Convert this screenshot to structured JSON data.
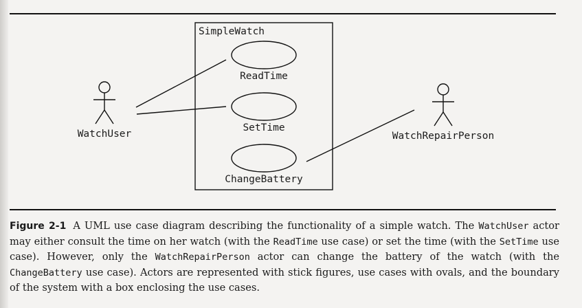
{
  "diagram": {
    "system_name": "SimpleWatch",
    "use_cases": [
      "ReadTime",
      "SetTime",
      "ChangeBattery"
    ],
    "actors": [
      "WatchUser",
      "WatchRepairPerson"
    ]
  },
  "caption": {
    "label": "Figure 2-1",
    "part1": "A UML use case diagram describing the functionality of a simple watch. The ",
    "code1": "WatchUser",
    "part2": " actor may either consult the time on her watch (with the ",
    "code2": "ReadTime",
    "part3": " use case) or set the time (with the ",
    "code3": "SetTime",
    "part4": " use case). However, only the ",
    "code4": "WatchRepairPerson",
    "part5": " actor can change the battery of the watch (with the ",
    "code5": "ChangeBattery",
    "part6": " use case). Actors are represented with stick figures, use cases with ovals, and the boundary of the system with a box enclosing the use cases."
  }
}
